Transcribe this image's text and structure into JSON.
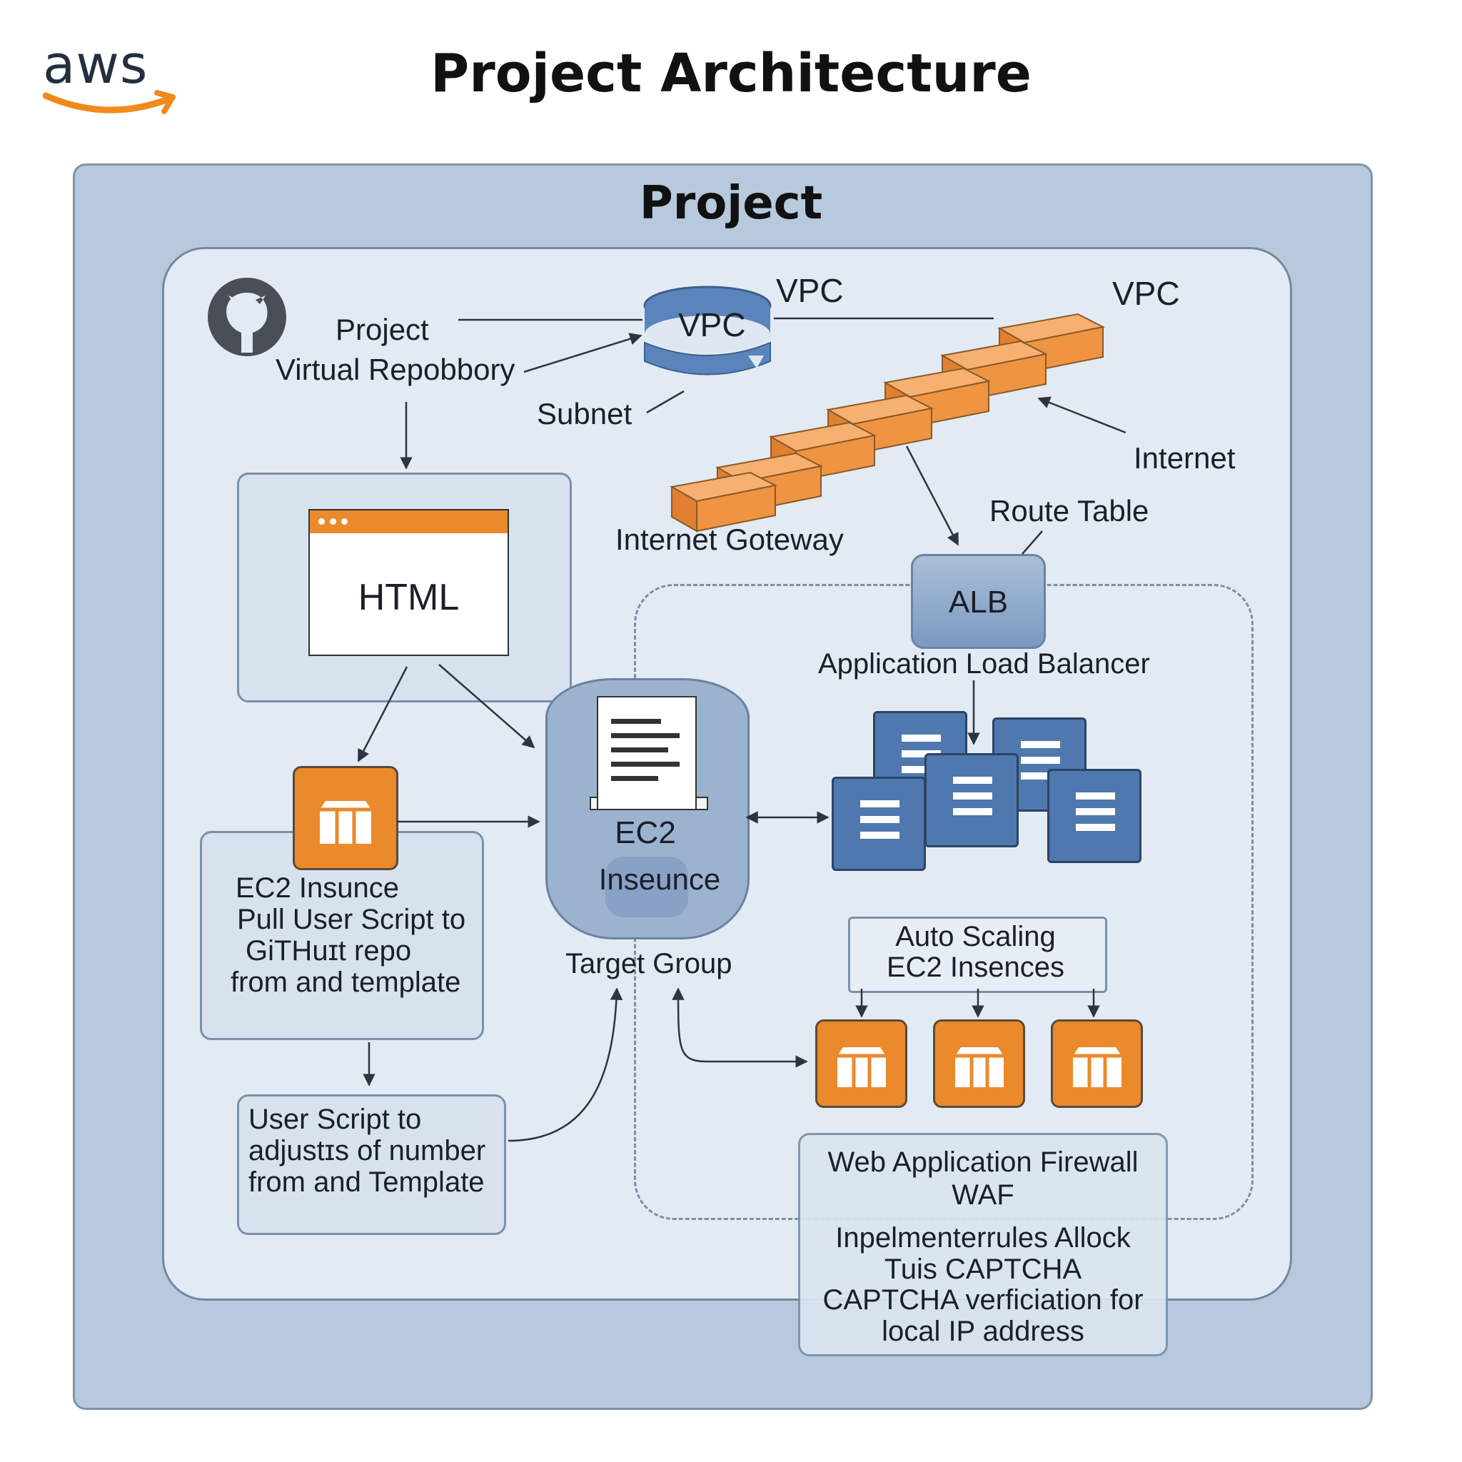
{
  "header": {
    "title": "Project Architecture",
    "logo_text": "aws",
    "logo_icon": "aws-smile-arrow"
  },
  "frame": {
    "title": "Project"
  },
  "labels": {
    "repo_line1": "Project",
    "repo_line2": "Virtual Repobbory",
    "vpc_top": "VPC",
    "vpc_icon": "VPC",
    "vpc_right": "VPC",
    "subnet": "Subnet",
    "internet": "Internet",
    "internet_gateway": "Internet Goteway",
    "route_table": "Route Table",
    "html": "HTML",
    "alb": "ALB",
    "alb_full": "Application Load Balancer",
    "ec2_center_line1": "EC2",
    "ec2_center_line2": "Inseunce",
    "target_group": "Target Group",
    "ec2_box_lines": [
      "EC2 Insunce",
      "Pull User Script to",
      "GiTHuɪt repo",
      "from and template"
    ],
    "user_script_lines": [
      "User Script to",
      "adjustɪs of number",
      "from and Template"
    ],
    "auto_scaling_lines": [
      "Auto Scaling",
      "EC2 Insences"
    ],
    "waf_lines": [
      "Web Application Firewall",
      "WAF",
      "Inpelmenterrules Allock",
      "Tuis CAPTCHA",
      "CAPTCHA verficiation for",
      "local IP address"
    ]
  },
  "icons": [
    "github-icon",
    "vpc-database-icon",
    "internet-gateway-blocks-icon",
    "html-window-icon",
    "ec2-instance-icon",
    "document-icon",
    "server-stack-icon"
  ],
  "colors": {
    "accent_orange": "#ea8a2c",
    "frame_blue": "#b7c9dc",
    "inner_blue": "#e2eaf3",
    "server_blue": "#4f78ae"
  }
}
